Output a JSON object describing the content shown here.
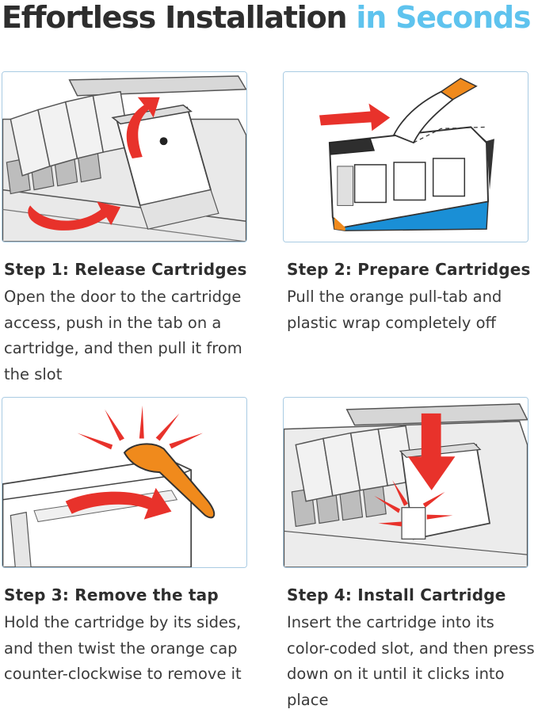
{
  "header": {
    "title_main": "Effortless Installation",
    "title_accent": "in Seconds"
  },
  "colors": {
    "accent": "#5ec3ee",
    "arrow_red": "#e8322b",
    "tab_orange": "#f08a1c",
    "cartridge_blue": "#1a8fd6",
    "frame_border": "#a9cbe3"
  },
  "steps": [
    {
      "title": "Step 1: Release Cartridges",
      "description": "Open the door to the cartridge access, push in the tab on a cartridge, and then pull it from the slot",
      "illustration_icon": "release-cartridge-illustration"
    },
    {
      "title": "Step 2: Prepare Cartridges",
      "description": "Pull the orange pull-tab and plastic wrap completely off",
      "illustration_icon": "pull-tab-illustration"
    },
    {
      "title": "Step 3: Remove the tap",
      "description": "Hold the cartridge by its sides, and then twist the orange cap counter-clockwise to remove it",
      "illustration_icon": "twist-cap-illustration"
    },
    {
      "title": "Step 4: Install Cartridge",
      "description": "Insert the cartridge into its color-coded slot, and then press down on it until it clicks into place",
      "illustration_icon": "install-cartridge-illustration"
    }
  ]
}
